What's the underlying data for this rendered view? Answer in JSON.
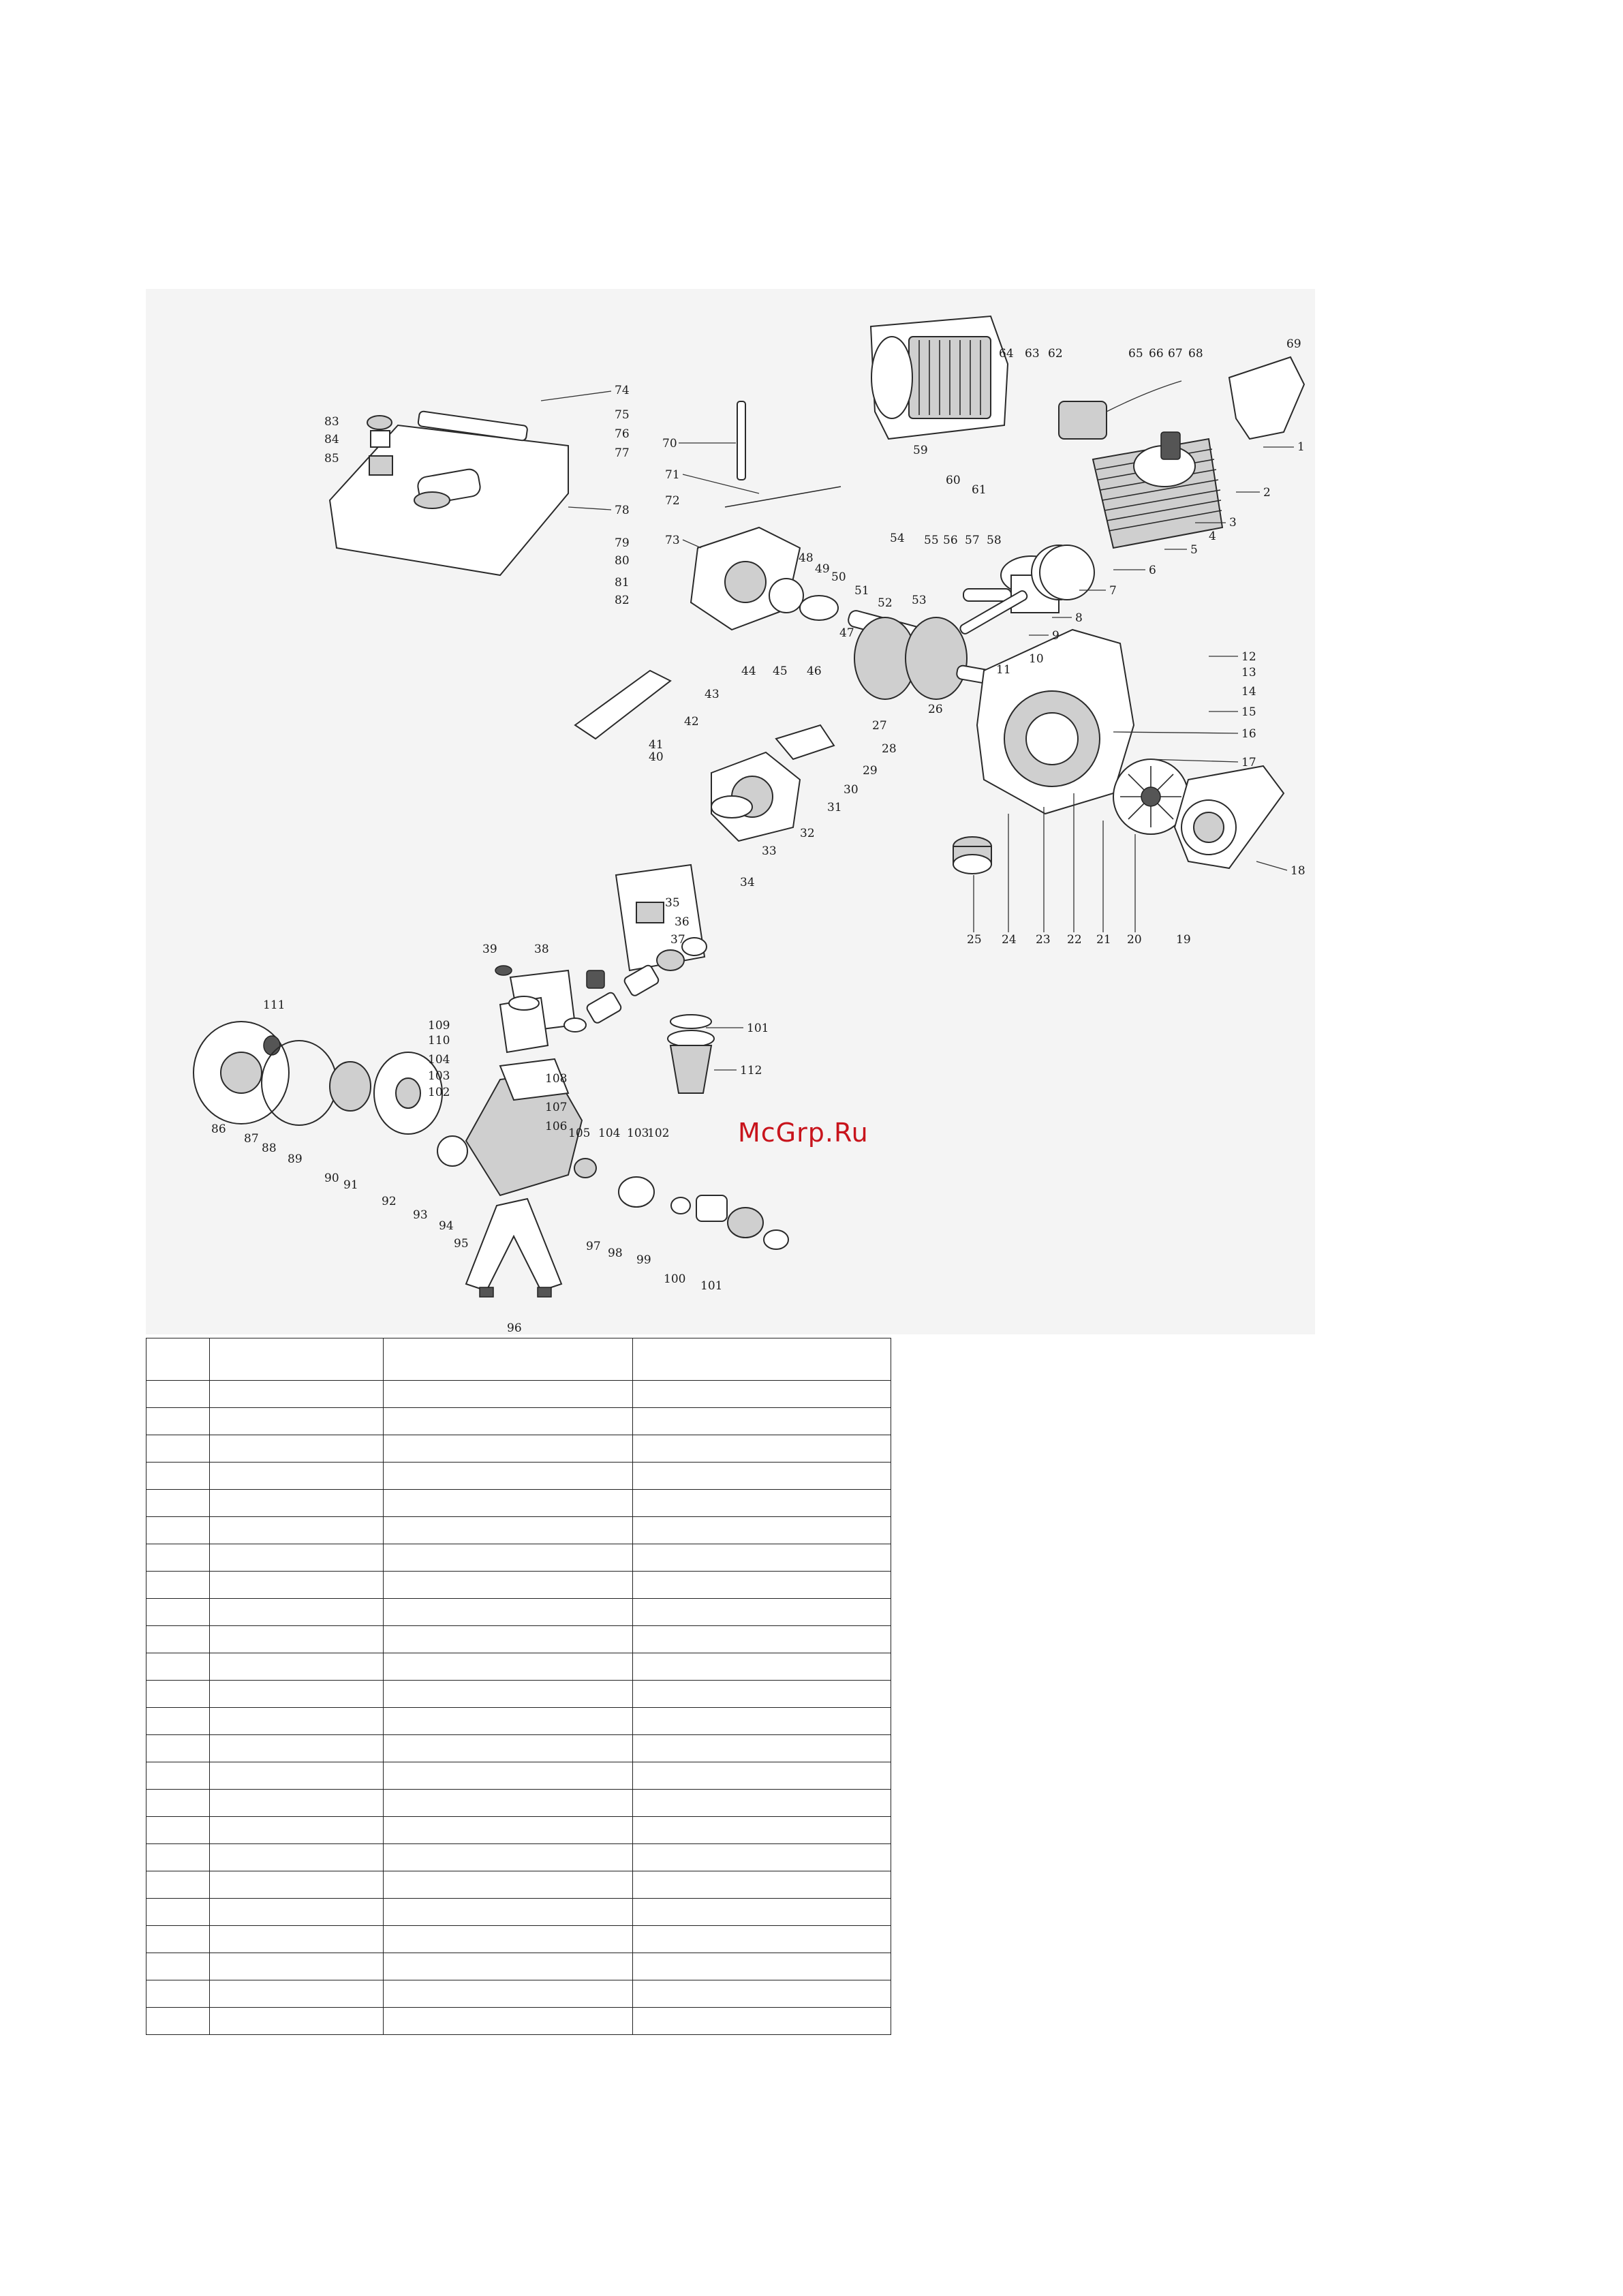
{
  "watermark": "McGrp.Ru",
  "diagram_labels": {
    "n1": "1",
    "n2": "2",
    "n3": "3",
    "n4": "4",
    "n5": "5",
    "n6": "6",
    "n7": "7",
    "n8": "8",
    "n9": "9",
    "n10": "10",
    "n11": "11",
    "n12": "12",
    "n13": "13",
    "n14": "14",
    "n15": "15",
    "n16": "16",
    "n17": "17",
    "n18": "18",
    "n19": "19",
    "n20": "20",
    "n21": "21",
    "n22": "22",
    "n23": "23",
    "n24": "24",
    "n25": "25",
    "n26": "26",
    "n27": "27",
    "n28": "28",
    "n29": "29",
    "n30": "30",
    "n31": "31",
    "n32": "32",
    "n33": "33",
    "n34": "34",
    "n35": "35",
    "n36": "36",
    "n37": "37",
    "n38": "38",
    "n39": "39",
    "n40": "40",
    "n41": "41",
    "n42": "42",
    "n43": "43",
    "n44": "44",
    "n45": "45",
    "n46": "46",
    "n47": "47",
    "n48": "48",
    "n49": "49",
    "n50": "50",
    "n51": "51",
    "n52": "52",
    "n53": "53",
    "n54": "54",
    "n55": "55",
    "n56": "56",
    "n57": "57",
    "n58": "58",
    "n59": "59",
    "n60": "60",
    "n61": "61",
    "n62": "62",
    "n63": "63",
    "n64": "64",
    "n65": "65",
    "n66": "66",
    "n67": "67",
    "n68": "68",
    "n69": "69",
    "n70": "70",
    "n71": "71",
    "n72": "72",
    "n73": "73",
    "n74": "74",
    "n75": "75",
    "n76": "76",
    "n77": "77",
    "n78": "78",
    "n79": "79",
    "n80": "80",
    "n81": "81",
    "n82": "82",
    "n83": "83",
    "n84": "84",
    "n85": "85",
    "n86": "86",
    "n87": "87",
    "n88": "88",
    "n89": "89",
    "n90": "90",
    "n91": "91",
    "n92": "92",
    "n93": "93",
    "n94": "94",
    "n95": "95",
    "n96": "96",
    "n97": "97",
    "n98": "98",
    "n99": "99",
    "n100": "100",
    "n101": "101",
    "n101b": "101",
    "n102": "102",
    "n102b": "102",
    "n103": "103",
    "n103b": "103",
    "n104": "104",
    "n104b": "104",
    "n105": "105",
    "n106": "106",
    "n107": "107",
    "n108": "108",
    "n109": "109",
    "n110": "110",
    "n111": "111",
    "n112": "112"
  },
  "parts_table": {
    "rows": 25,
    "columns": 4
  }
}
